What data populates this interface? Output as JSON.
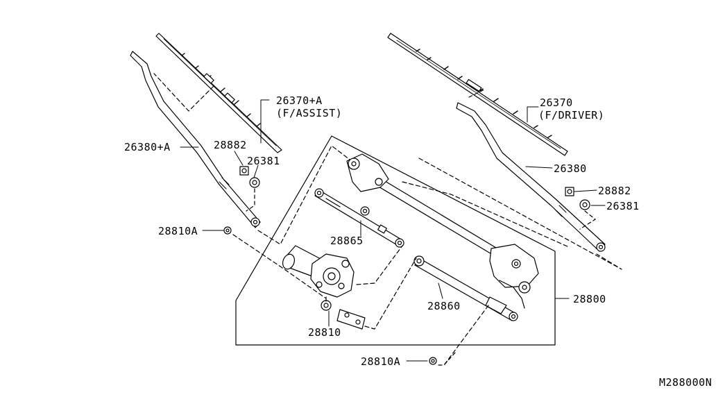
{
  "diagram": {
    "labels": {
      "p26370a": "26370+A",
      "p26370a_sub": "(F/ASSIST)",
      "p26380a": "26380+A",
      "p28882_left": "28882",
      "p26381_left": "26381",
      "p28810a_top": "28810A",
      "p28865": "28865",
      "p28810": "28810",
      "p28860": "28860",
      "p28810a_bottom": "28810A",
      "p26370": "26370",
      "p26370_sub": "(F/DRIVER)",
      "p26380": "26380",
      "p28882_right": "28882",
      "p26381_right": "26381",
      "p28800": "28800",
      "diagram_code": "M288000N"
    }
  }
}
